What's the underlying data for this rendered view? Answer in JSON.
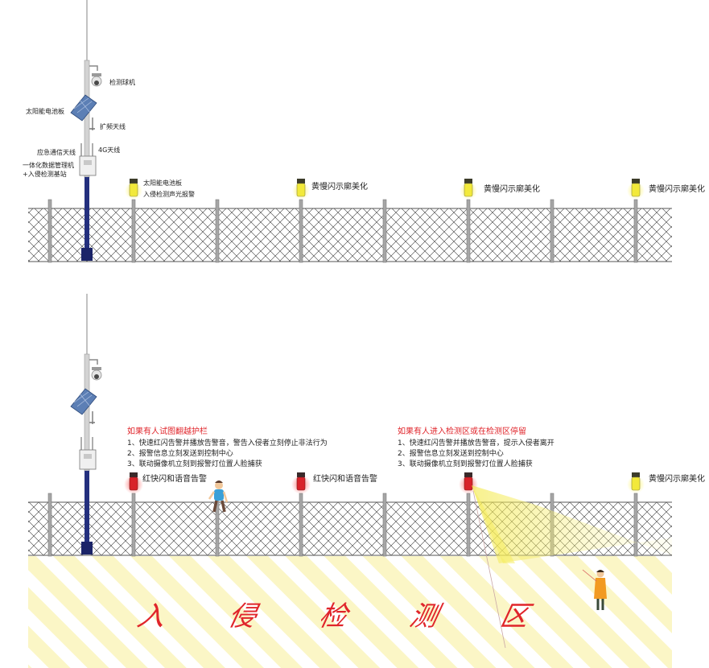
{
  "colors": {
    "fence_post": "#9a9a9a",
    "mesh": "#333333",
    "pole": "#c9c9c9",
    "pole_base": "#1e2a7a",
    "alarm_red": "#d8232a",
    "strobe_yellow": "#f2e93a",
    "zone_stripe": "#fbf6c6",
    "text_red": "#e0252b"
  },
  "top": {
    "camera": "检测球机",
    "solar_panel": "太阳能电池板",
    "antenna_ext": "扩频天线",
    "antenna_emergency": "应急通信天线",
    "antenna_4g": "4G天线",
    "manager_line1": "一体化数据管理机",
    "manager_line2": "+入侵检测基站",
    "light1_line1": "太阳能电池板",
    "light1_line2": "入侵检测声光报警",
    "light2": "黄慢闪示廓美化",
    "light3": "黄慢闪示廓美化",
    "light4": "黄慢闪示廓美化"
  },
  "bottom": {
    "scenario1": {
      "title": "如果有人试图翻越护栏",
      "lines": [
        "1、快速红闪告警并播放告警音，警告入侵者立刻停止非法行为",
        "2、报警信息立刻发送到控制中心",
        "3、联动摄像机立刻到报警灯位置人脸捕获"
      ]
    },
    "scenario2": {
      "title": "如果有人进入检测区或在检测区停留",
      "lines": [
        "1、快速红闪告警并播放告警音，提示入侵者离开",
        "2、报警信息立刻发送到控制中心",
        "3、联动摄像机立刻到报警灯位置人脸捕获"
      ]
    },
    "alarm1": "红快闪和语音告警",
    "alarm2": "红快闪和语音告警",
    "light4": "黄慢闪示廓美化",
    "zone_label": "入 侵 检 测 区"
  }
}
